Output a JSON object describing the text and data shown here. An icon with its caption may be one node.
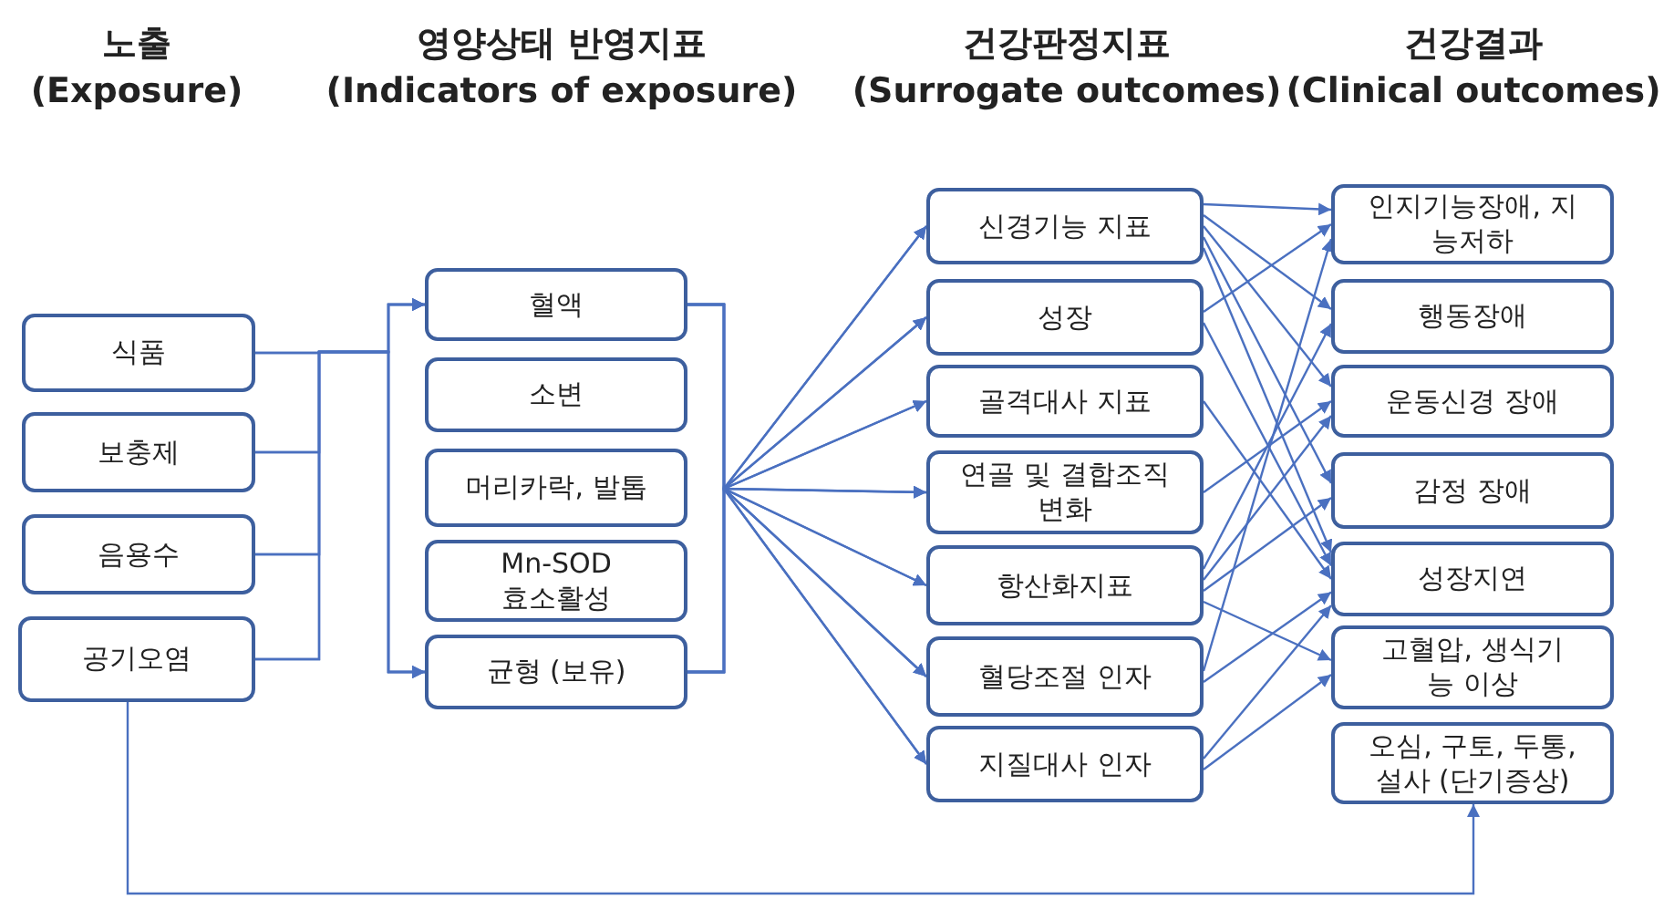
{
  "diagram": {
    "nodes": [
      {
        "text": [
          "식품"
        ]
      },
      {
        "text": [
          "보충제"
        ]
      },
      {
        "text": [
          "음용수"
        ]
      },
      {
        "text": [
          "공기오염"
        ]
      },
      {
        "text": [
          "혈액"
        ]
      },
      {
        "text": [
          "소변"
        ]
      },
      {
        "text": [
          "머리카락, 발톱"
        ]
      },
      {
        "text": [
          "Mn-SOD 효소활성"
        ]
      },
      {
        "text": [
          "균형 (보유)"
        ]
      },
      {
        "text": [
          "신경기능 지표"
        ]
      },
      {
        "text": [
          "성장"
        ]
      },
      {
        "text": [
          "골격대사 지표"
        ]
      },
      {
        "text": [
          "연골 및 결합조직 변화"
        ]
      },
      {
        "text": [
          "항산화지표"
        ]
      },
      {
        "text": [
          "혈당조절 인자"
        ]
      },
      {
        "text": [
          "지질대사 인자"
        ]
      },
      {
        "text": [
          "인지기능장애, 지능저하"
        ]
      },
      {
        "text": [
          "행동장애"
        ]
      },
      {
        "text": [
          "운동신경 장애"
        ]
      },
      {
        "text": [
          "감정 장애"
        ]
      },
      {
        "text": [
          "성장지연"
        ]
      },
      {
        "text": [
          "고혈압, 생식기능 이상"
        ]
      },
      {
        "text": [
          "오심, 구토, 두통, 설사 (단기증상)"
        ]
      }
    ],
    "edges": [
      {
        "from": 0,
        "to": 4,
        "arrow": "to"
      },
      {
        "from": 0,
        "to": 8,
        "arrow": "to"
      },
      {
        "from": 1,
        "to": 4,
        "arrow": "to"
      },
      {
        "from": 1,
        "to": 8,
        "arrow": "to"
      },
      {
        "from": 2,
        "to": 4,
        "arrow": "to"
      },
      {
        "from": 2,
        "to": 8,
        "arrow": "to"
      },
      {
        "from": 3,
        "to": 4,
        "arrow": "to"
      },
      {
        "from": 3,
        "to": 8,
        "arrow": "to"
      },
      {
        "from": 4,
        "to": 9,
        "arrow": "to"
      },
      {
        "from": 4,
        "to": 10,
        "arrow": "to"
      },
      {
        "from": 4,
        "to": 11,
        "arrow": "to"
      },
      {
        "from": 4,
        "to": 12,
        "arrow": "to"
      },
      {
        "from": 4,
        "to": 13,
        "arrow": "to"
      },
      {
        "from": 4,
        "to": 14,
        "arrow": "to"
      },
      {
        "from": 4,
        "to": 15,
        "arrow": "to"
      },
      {
        "from": 8,
        "to": 9,
        "arrow": "to"
      },
      {
        "from": 8,
        "to": 10,
        "arrow": "to"
      },
      {
        "from": 8,
        "to": 11,
        "arrow": "to"
      },
      {
        "from": 8,
        "to": 12,
        "arrow": "to"
      },
      {
        "from": 8,
        "to": 13,
        "arrow": "to"
      },
      {
        "from": 8,
        "to": 14,
        "arrow": "to"
      },
      {
        "from": 8,
        "to": 15,
        "arrow": "to"
      },
      {
        "from": 9,
        "to": 16,
        "arrow": "to"
      },
      {
        "from": 9,
        "to": 17,
        "arrow": "to"
      },
      {
        "from": 9,
        "to": 18,
        "arrow": "to"
      },
      {
        "from": 9,
        "to": 19,
        "arrow": "to"
      },
      {
        "from": 9,
        "to": 20,
        "arrow": "to"
      },
      {
        "from": 10,
        "to": 16,
        "arrow": "to"
      },
      {
        "from": 10,
        "to": 20,
        "arrow": "to"
      },
      {
        "from": 11,
        "to": 20,
        "arrow": "to"
      },
      {
        "from": 12,
        "to": 18,
        "arrow": "to"
      },
      {
        "from": 13,
        "to": 17,
        "arrow": "to"
      },
      {
        "from": 13,
        "to": 18,
        "arrow": "to"
      },
      {
        "from": 13,
        "to": 19,
        "arrow": "to"
      },
      {
        "from": 13,
        "to": 21,
        "arrow": "to"
      },
      {
        "from": 14,
        "to": 16,
        "arrow": "to"
      },
      {
        "from": 14,
        "to": 20,
        "arrow": "to"
      },
      {
        "from": 15,
        "to": 20,
        "arrow": "to"
      },
      {
        "from": 15,
        "to": 21,
        "arrow": "to"
      },
      {
        "from": 3,
        "to": 22,
        "arrow": "to"
      }
    ],
    "labels": [
      "노출",
      "(Exposure)",
      "영양상태 반영지표",
      "(Indicators of exposure)",
      "건강판정지표",
      "(Surrogate outcomes)",
      "건강결과",
      "(Clinical outcomes)"
    ]
  }
}
